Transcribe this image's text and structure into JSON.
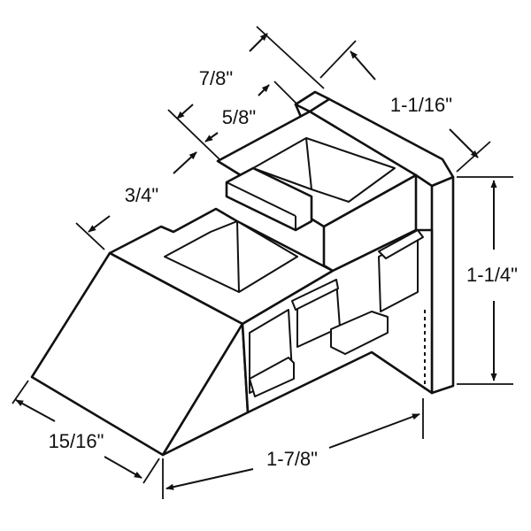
{
  "diagram": {
    "ink_color": "#111111",
    "background": "#ffffff",
    "dimensions": {
      "overall_length": "1-7/8\"",
      "base_width": "15/16\"",
      "overall_height": "1-1/4\"",
      "top_width": "1-1/16\"",
      "upper_step": "7/8\"",
      "inner_slot": "5/8\"",
      "lower_step": "3/4\""
    }
  }
}
